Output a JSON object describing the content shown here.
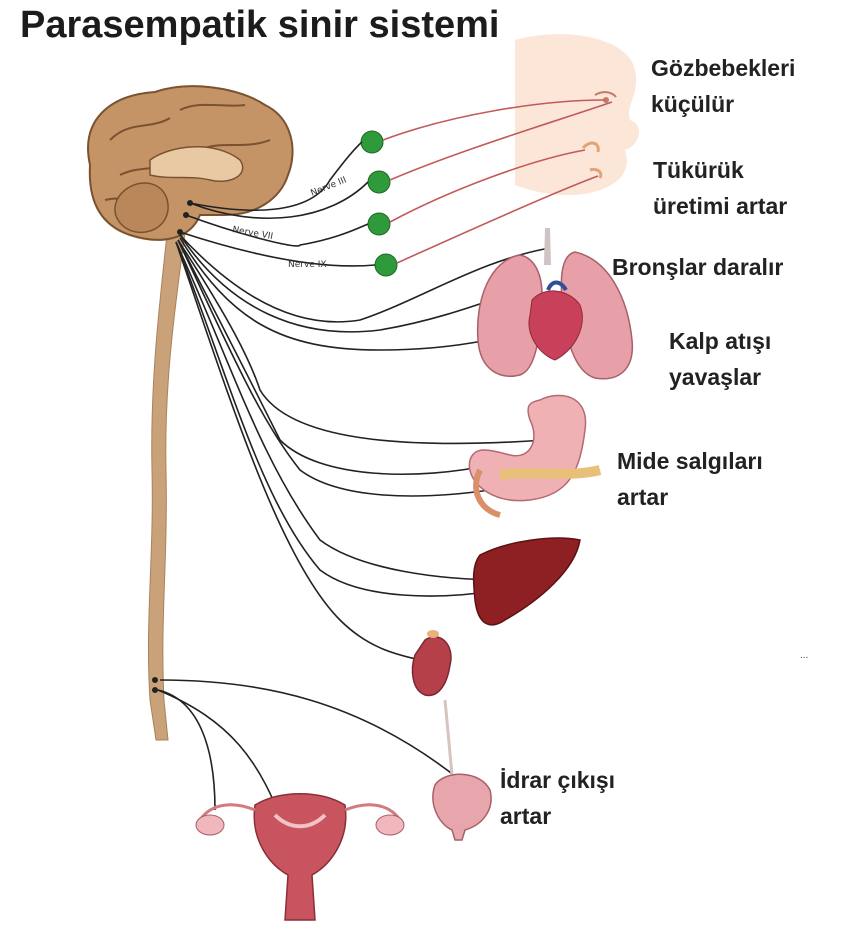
{
  "title": "Parasempatik sinir sistemi",
  "nerve_tags": [
    "Nerve III",
    "Nerve VII",
    "Nerve IX"
  ],
  "effects": {
    "pupils": {
      "line1": "Gözbebekleri",
      "line2": "küçülür"
    },
    "saliva": {
      "line1": "Tükürük",
      "line2": "üretimi artar"
    },
    "bronchi": {
      "line1": "Bronşlar daralır"
    },
    "heart": {
      "line1": "Kalp atışı",
      "line2": "yavaşlar"
    },
    "stomach": {
      "line1": "Mide salgıları",
      "line2": "artar"
    },
    "bladder": {
      "line1": "İdrar çıkışı",
      "line2": "artar"
    }
  },
  "corner_mark": "..."
}
